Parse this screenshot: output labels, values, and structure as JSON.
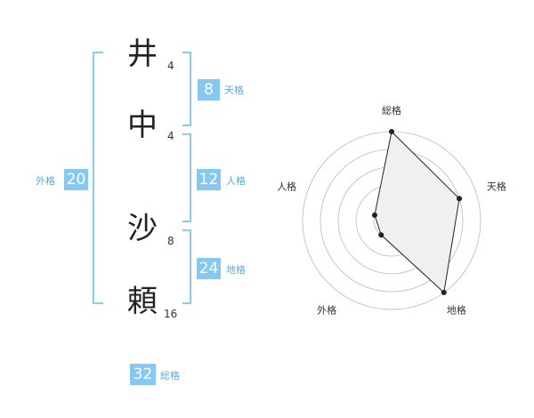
{
  "characters": [
    {
      "char": "井",
      "strokes": "4"
    },
    {
      "char": "中",
      "strokes": "4"
    },
    {
      "char": "沙",
      "strokes": "8"
    },
    {
      "char": "頼",
      "strokes": "16"
    }
  ],
  "fortunes": {
    "tenkaku": {
      "value": "8",
      "label": "天格"
    },
    "jinkaku": {
      "value": "12",
      "label": "人格"
    },
    "chikaku": {
      "value": "24",
      "label": "地格"
    },
    "gaikaku": {
      "value": "20",
      "label": "外格"
    },
    "soukaku": {
      "value": "32",
      "label": "総格"
    }
  },
  "radar": {
    "axes": [
      "総格",
      "天格",
      "地格",
      "外格",
      "人格"
    ],
    "levels": 5,
    "values": [
      5,
      4,
      5,
      1,
      1
    ],
    "fill_color": "#f0f0f0",
    "line_color": "#222222",
    "grid_color": "#bbbbbb"
  }
}
